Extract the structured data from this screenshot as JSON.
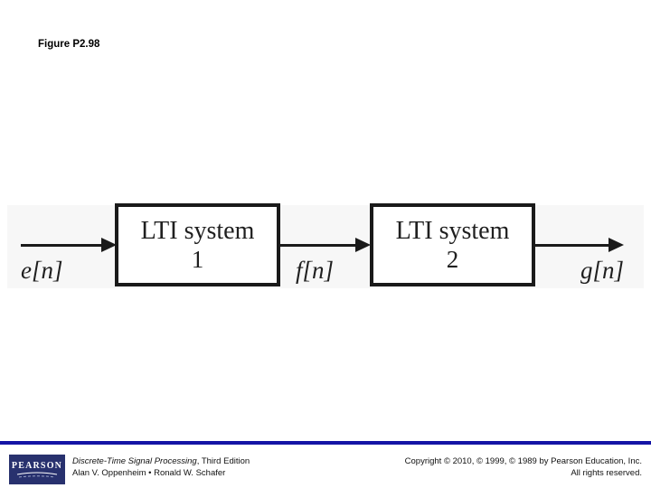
{
  "slide": {
    "figure_label": "Figure P2.98"
  },
  "diagram": {
    "type": "block-diagram",
    "description": "Two LTI systems in cascade",
    "blocks": [
      {
        "line1": "LTI system",
        "line2": "1"
      },
      {
        "line1": "LTI system",
        "line2": "2"
      }
    ],
    "signals": {
      "input": "e[n]",
      "middle": "f[n]",
      "output": "g[n]"
    },
    "line_color": "#1a1a1a"
  },
  "footer": {
    "logo_text": "PEARSON",
    "book_title": "Discrete-Time Signal Processing",
    "edition": ", Third Edition",
    "authors": "Alan V. Oppenheim • Ronald W. Schafer",
    "copyright_line1": "Copyright © 2010, © 1999, © 1989 by Pearson Education, Inc.",
    "copyright_line2": "All rights reserved.",
    "accent_color": "#1414a5",
    "logo_color": "#28316e"
  }
}
